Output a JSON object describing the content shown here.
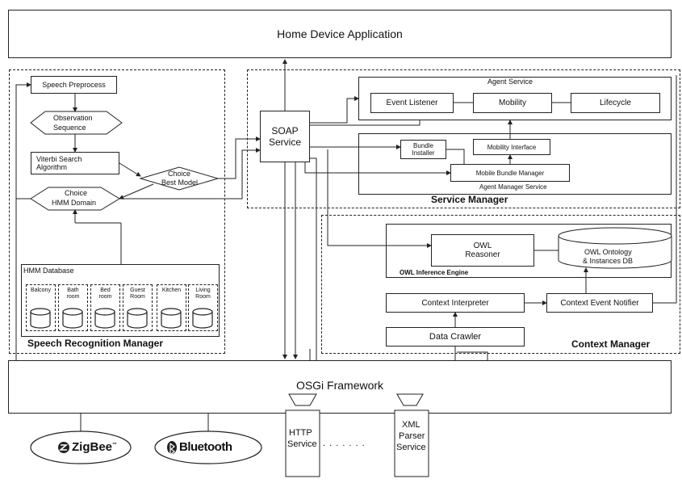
{
  "home_app": "Home  Device  Application",
  "soap": {
    "line1": "SOAP",
    "line2": "Service"
  },
  "speech": {
    "preprocess": "Speech Preprocess",
    "observation": [
      "Observation",
      "Sequence"
    ],
    "viterbi": [
      "Viterbi Search",
      "Algorithm"
    ],
    "choice_best": [
      "Choice",
      "Best Model"
    ],
    "choice_domain": [
      "Choice",
      "HMM Domain"
    ],
    "hmm_db": "HMM Database",
    "rooms": [
      "Balcony",
      "Bath room",
      "Bed room",
      "Guest Room",
      "Kitchen",
      "Living Room"
    ],
    "title": "Speech Recognition Manager"
  },
  "service": {
    "agent_service": "Agent Service",
    "event_listener": "Event Listener",
    "mobility": "Mobility",
    "lifecycle": "Lifecycle",
    "bundle_installer": [
      "Bundle",
      "Installer"
    ],
    "mobility_interface": "Mobility Interface",
    "mobile_bundle_manager": "Mobile Bundle Manager",
    "agent_manager_service": "Agent Manager Service",
    "title": "Service Manager"
  },
  "context": {
    "owl_reasoner": [
      "OWL",
      "Reasoner"
    ],
    "owl_ontology": [
      "OWL Ontology",
      "& Instances DB"
    ],
    "owl_engine": "OWL Inference Engine",
    "interpreter": "Context Interpreter",
    "event_notifier": "Context Event Notifier",
    "data_crawler": "Data Crawler",
    "title": "Context Manager"
  },
  "osgi": "OSGi  Framework",
  "http": [
    "HTTP",
    "Service"
  ],
  "xml": [
    "XML",
    "Parser",
    "Service"
  ],
  "dots": ". . . . . . .",
  "zigbee": "ZigBee",
  "zigbee_tm": "™",
  "bluetooth": "Bluetooth"
}
